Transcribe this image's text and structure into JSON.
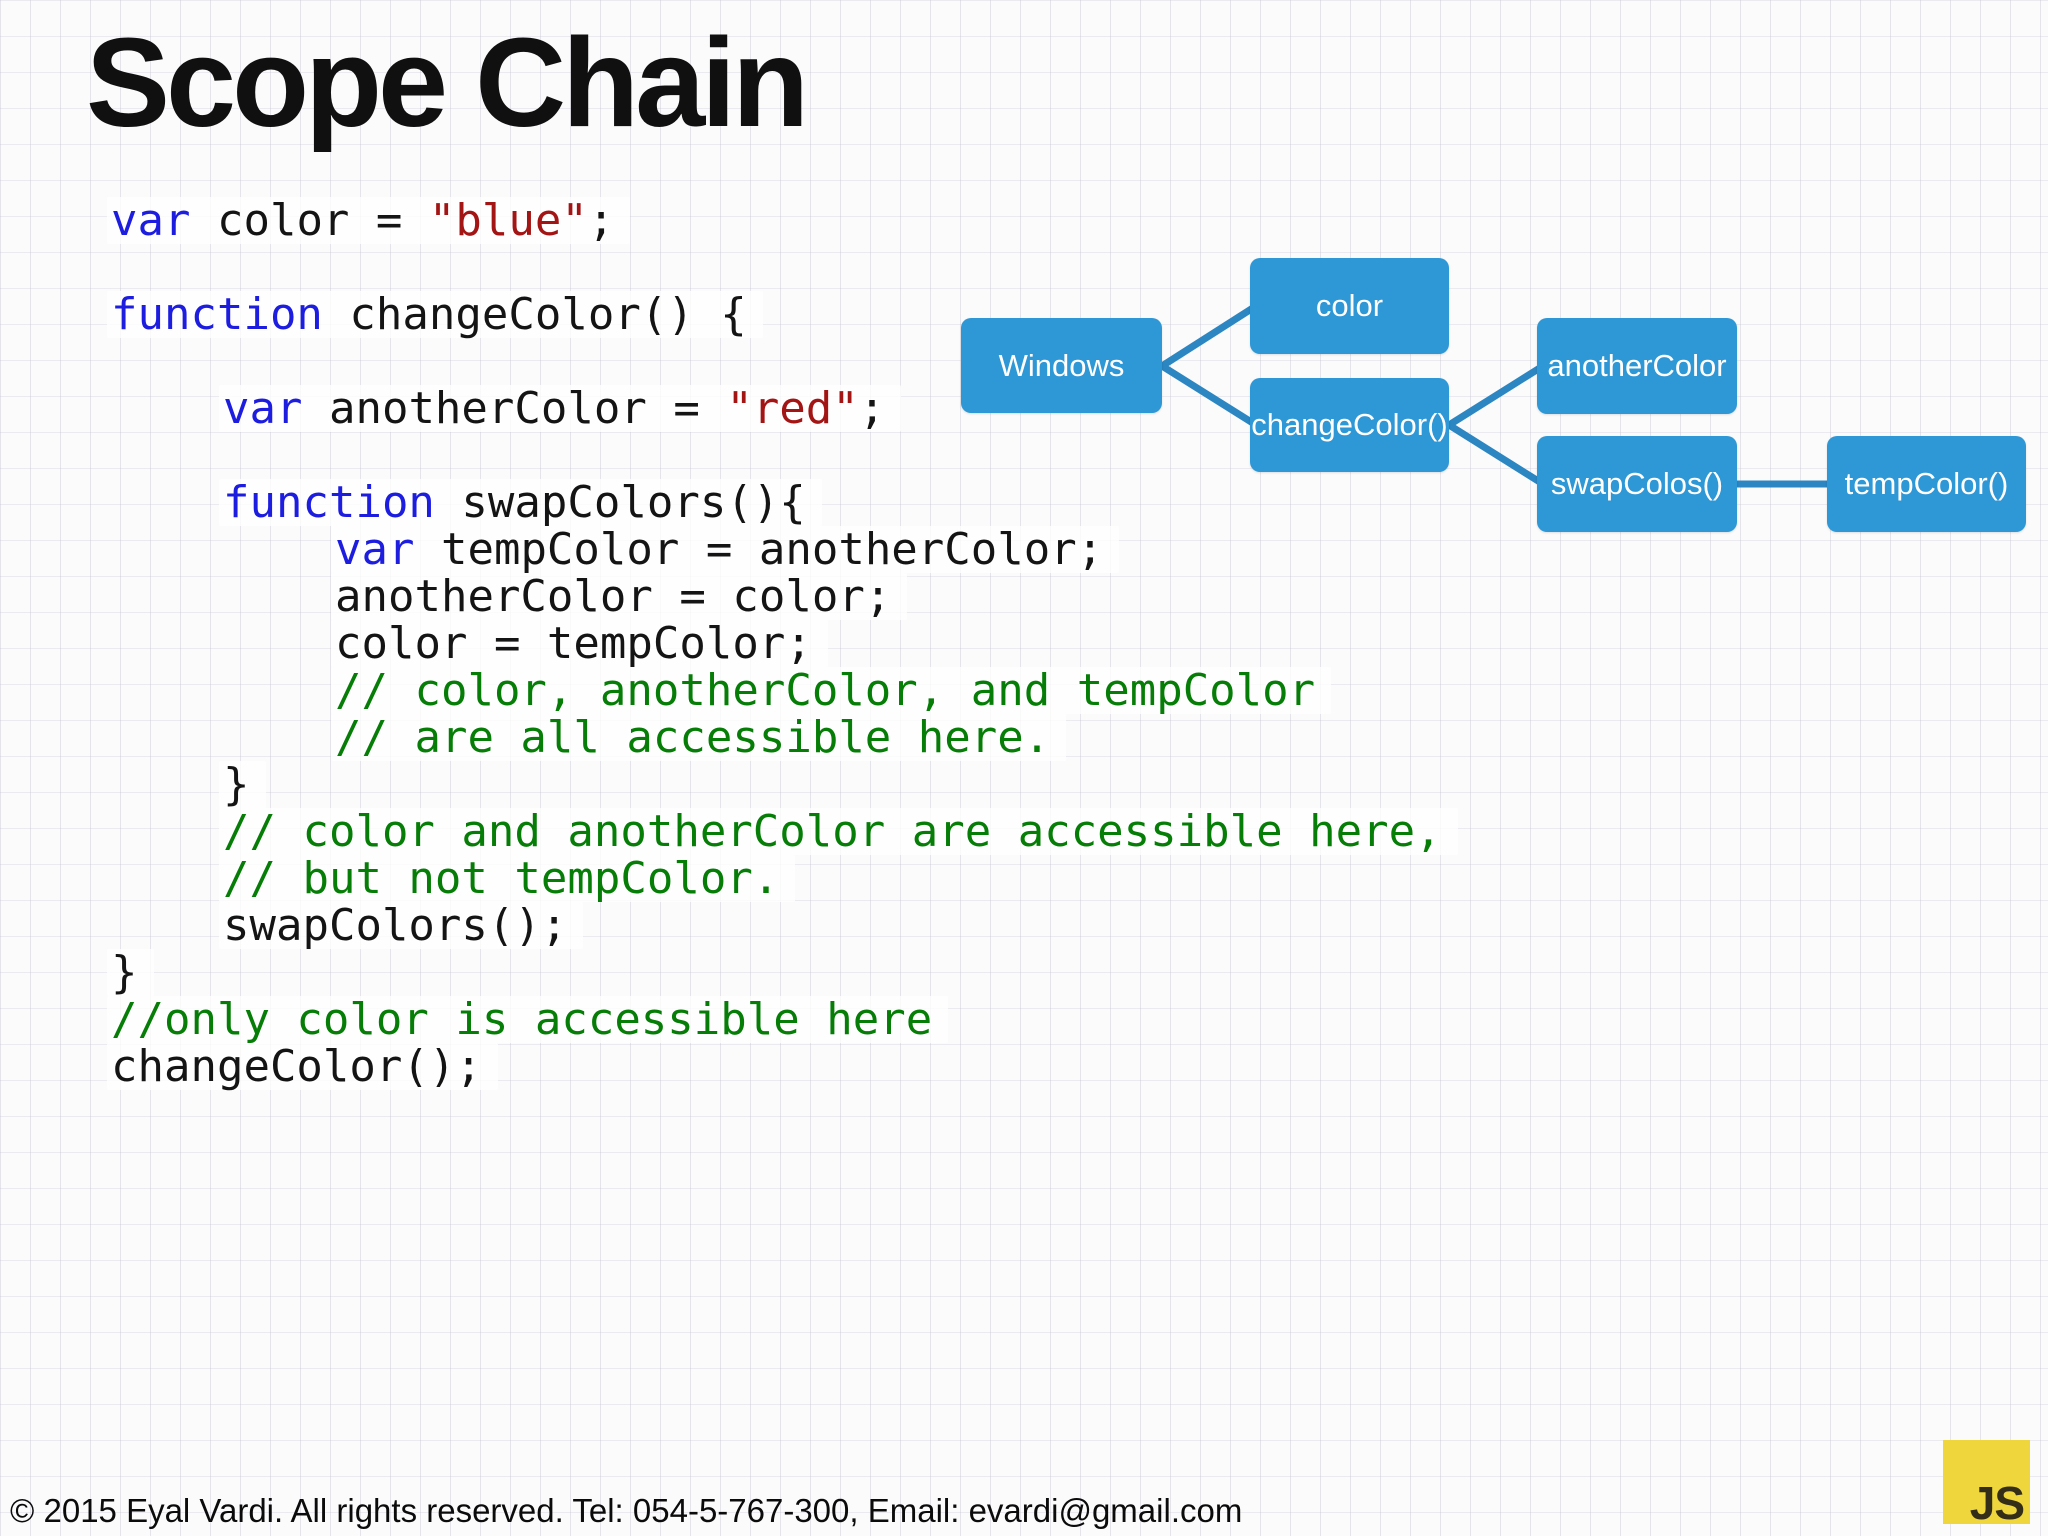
{
  "slide": {
    "title": "Scope Chain"
  },
  "code": {
    "token_colors": {
      "kw": "#1d1de0",
      "str": "#a31515",
      "cm": "#067d06",
      "pl": "#141414"
    },
    "lines": [
      {
        "indent": 0,
        "segments": [
          {
            "style": "kw",
            "text": "var"
          },
          {
            "style": "pl",
            "text": " color = "
          },
          {
            "style": "str",
            "text": "\"blue\""
          },
          {
            "style": "pl",
            "text": ";"
          }
        ]
      },
      {
        "indent": 0,
        "segments": []
      },
      {
        "indent": 0,
        "segments": [
          {
            "style": "kw",
            "text": "function"
          },
          {
            "style": "pl",
            "text": " changeColor() {"
          }
        ]
      },
      {
        "indent": 0,
        "segments": []
      },
      {
        "indent": 1,
        "segments": [
          {
            "style": "kw",
            "text": "var"
          },
          {
            "style": "pl",
            "text": " anotherColor = "
          },
          {
            "style": "str",
            "text": "\"red\""
          },
          {
            "style": "pl",
            "text": ";"
          }
        ]
      },
      {
        "indent": 0,
        "segments": []
      },
      {
        "indent": 1,
        "segments": [
          {
            "style": "kw",
            "text": "function"
          },
          {
            "style": "pl",
            "text": " swapColors(){"
          }
        ]
      },
      {
        "indent": 2,
        "segments": [
          {
            "style": "kw",
            "text": "var"
          },
          {
            "style": "pl",
            "text": " tempColor = anotherColor;"
          }
        ]
      },
      {
        "indent": 2,
        "segments": [
          {
            "style": "pl",
            "text": "anotherColor = color;"
          }
        ]
      },
      {
        "indent": 2,
        "segments": [
          {
            "style": "pl",
            "text": "color = tempColor;"
          }
        ]
      },
      {
        "indent": 2,
        "segments": [
          {
            "style": "cm",
            "text": "// color, anotherColor, and tempColor"
          }
        ]
      },
      {
        "indent": 2,
        "segments": [
          {
            "style": "cm",
            "text": "// are all accessible here."
          }
        ]
      },
      {
        "indent": 1,
        "segments": [
          {
            "style": "pl",
            "text": "}"
          }
        ]
      },
      {
        "indent": 1,
        "segments": [
          {
            "style": "cm",
            "text": "// color and anotherColor are accessible here,"
          }
        ]
      },
      {
        "indent": 1,
        "segments": [
          {
            "style": "cm",
            "text": "// but not tempColor."
          }
        ]
      },
      {
        "indent": 1,
        "segments": [
          {
            "style": "pl",
            "text": "swapColors();"
          }
        ]
      },
      {
        "indent": 0,
        "segments": [
          {
            "style": "pl",
            "text": "}"
          }
        ]
      },
      {
        "indent": 0,
        "segments": [
          {
            "style": "cm",
            "text": "//only color is accessible here"
          }
        ]
      },
      {
        "indent": 0,
        "segments": [
          {
            "style": "pl",
            "text": "changeColor();"
          }
        ]
      }
    ]
  },
  "diagram": {
    "node_fill": "#2e97d6",
    "edge_color": "#2b86c2",
    "nodes": [
      {
        "label": "Windows"
      },
      {
        "label": "color"
      },
      {
        "label": "changeColor()"
      },
      {
        "label": "anotherColor"
      },
      {
        "label": "swapColos()"
      },
      {
        "label": "tempColor()"
      }
    ]
  },
  "footer": {
    "text": "© 2015 Eyal Vardi. All rights reserved. Tel: 054-5-767-300, Email: evardi@gmail.com"
  },
  "logo": {
    "text": "JS",
    "bg": "#eed63c"
  }
}
